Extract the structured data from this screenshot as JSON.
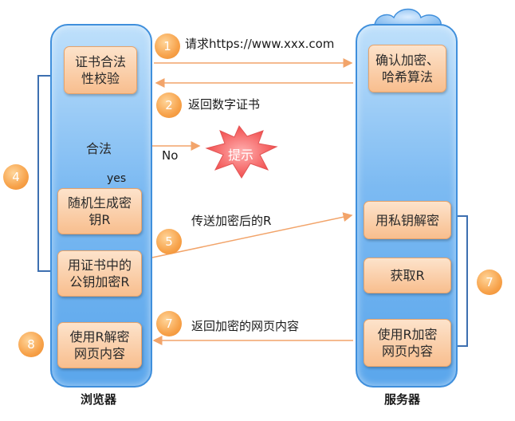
{
  "lanes": {
    "browser": "浏览器",
    "server": "服务器"
  },
  "browser_steps": {
    "verify_cert": "证书合法\n性校验",
    "is_valid": "合法",
    "gen_key": "随机生成密\n钥R",
    "encrypt_key": "用证书中的\n公钥加密R",
    "decrypt_page": "使用R解密\n网页内容"
  },
  "server_steps": {
    "confirm_algo": "确认加密、\n哈希算法",
    "private_decrypt": "用私钥解密",
    "obtain_r": "获取R",
    "encrypt_page": "使用R加密\n网页内容"
  },
  "messages": {
    "m1": "请求https://www.xxx.com",
    "m2": "返回数字证书",
    "m5": "传送加密后的R",
    "m7": "返回加密的网页内容"
  },
  "branches": {
    "no": "No",
    "yes": "yes"
  },
  "alert": "提示",
  "badges": {
    "b1": "1",
    "b2": "2",
    "b4": "4",
    "b5": "5",
    "b7a": "7",
    "b7b": "7",
    "b8": "8"
  },
  "colors": {
    "lane": "#5aa6ec",
    "box": "#f8be8e",
    "badge": "#f7a24a",
    "arrow": "#f2a46a",
    "star": "#f25a5a",
    "bracket": "#3d6fb0"
  }
}
